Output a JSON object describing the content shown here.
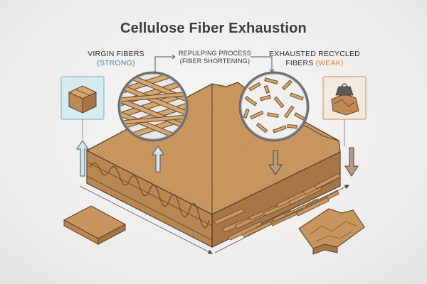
{
  "title": "Cellulose Fiber Exhaustion",
  "labels": {
    "virgin_line1": "VIRGIN FIBERS",
    "virgin_line2": "(STRONG)",
    "process_line1": "REPULPING PROCESS",
    "process_line2": "(FIBER SHORTENING)",
    "exhausted_line1": "EXHAUSTED RECYCLED",
    "exhausted_line2_a": "FIBERS",
    "exhausted_line2_b": "(WEAK)"
  },
  "colors": {
    "cardboard": "#c9965f",
    "cardboard_dark": "#a9784a",
    "cardboard_light": "#d8aa72",
    "virgin_accent": "#4e84a8",
    "weak_accent": "#c58b47",
    "up_arrow": "#cfe6ea",
    "down_arrow": "#b39a82"
  },
  "icons": {
    "left_box": "cardboard-box-icon",
    "right_box": "crushed-box-weight-icon",
    "left_lens": "long-fibers-magnifier-icon",
    "right_lens": "short-fibers-magnifier-icon"
  }
}
